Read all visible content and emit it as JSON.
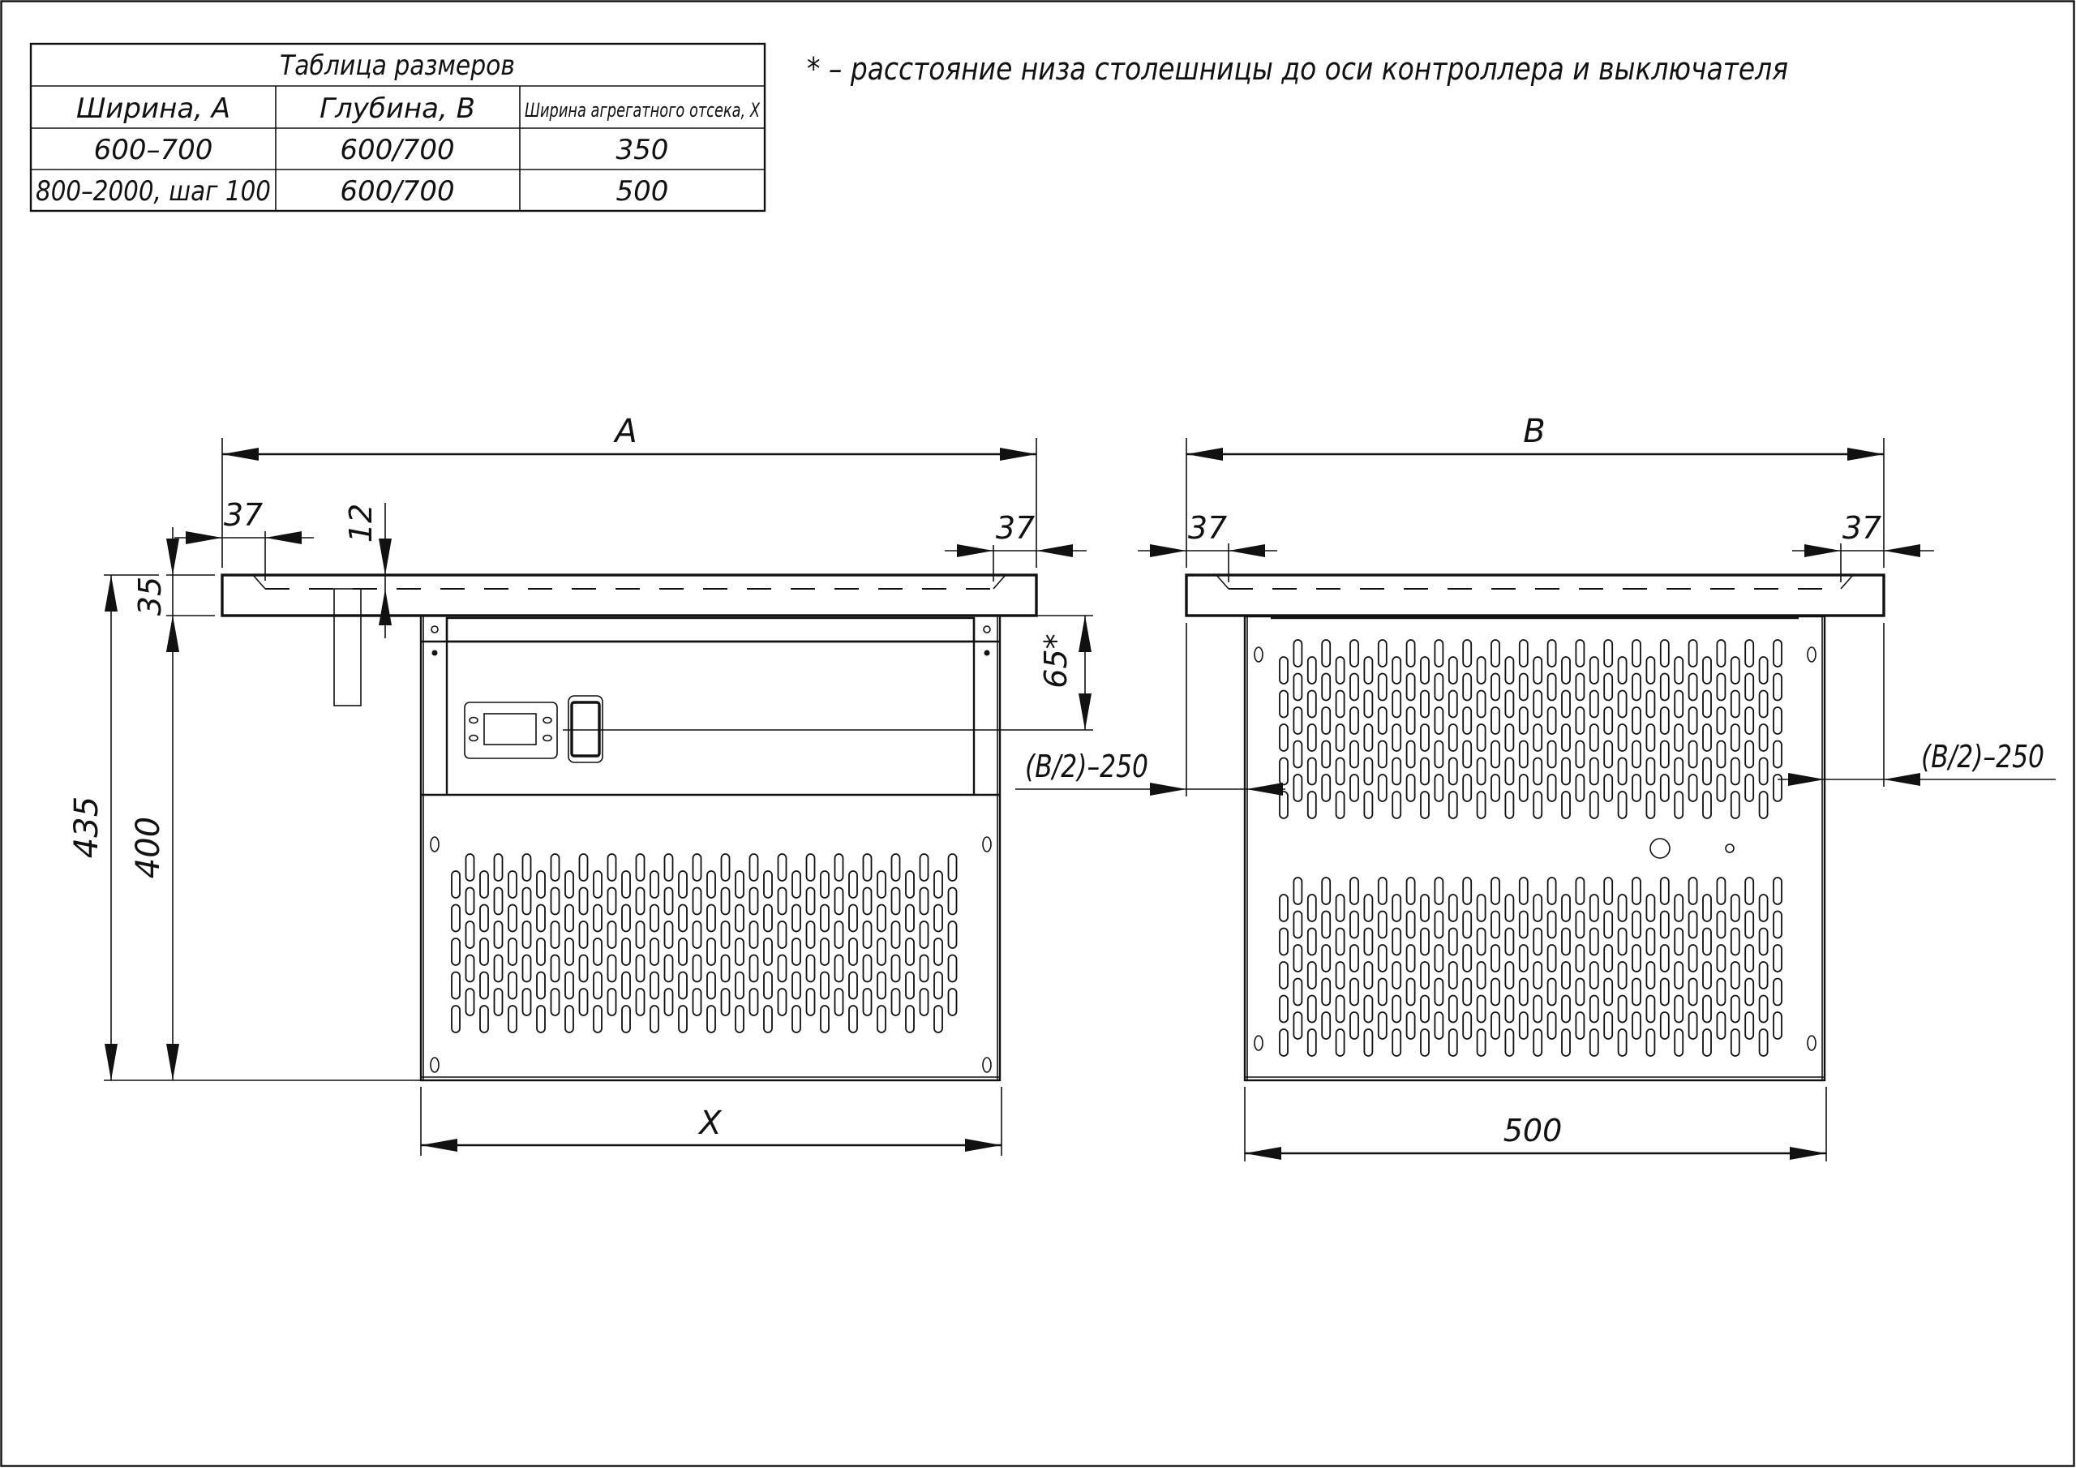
{
  "table": {
    "title": "Таблица размеров",
    "headers": [
      "Ширина, А",
      "Глубина, В",
      "Ширина агрегатного отсека, X"
    ],
    "rows": [
      [
        "600–700",
        "600/700",
        "350"
      ],
      [
        "800–2000, шаг 100",
        "600/700",
        "500"
      ]
    ]
  },
  "note": "* – расстояние низа столешницы до оси контроллера и выключателя",
  "front_view": {
    "dim_width": "A",
    "dim_left_offset": "37",
    "dim_right_offset": "37",
    "dim_leg_gap": "12",
    "dim_top_thickness": "35",
    "dim_total_height": "435",
    "dim_unit_height": "400",
    "dim_controller_axis": "65*",
    "dim_compartment_width": "X"
  },
  "side_view": {
    "dim_depth": "B",
    "dim_left_offset": "37",
    "dim_right_offset": "37",
    "dim_left_inset": "(B/2)–250",
    "dim_right_inset": "(B/2)–250",
    "dim_unit_depth": "500"
  },
  "colors": {
    "line": "#111111",
    "background": "#ffffff"
  }
}
